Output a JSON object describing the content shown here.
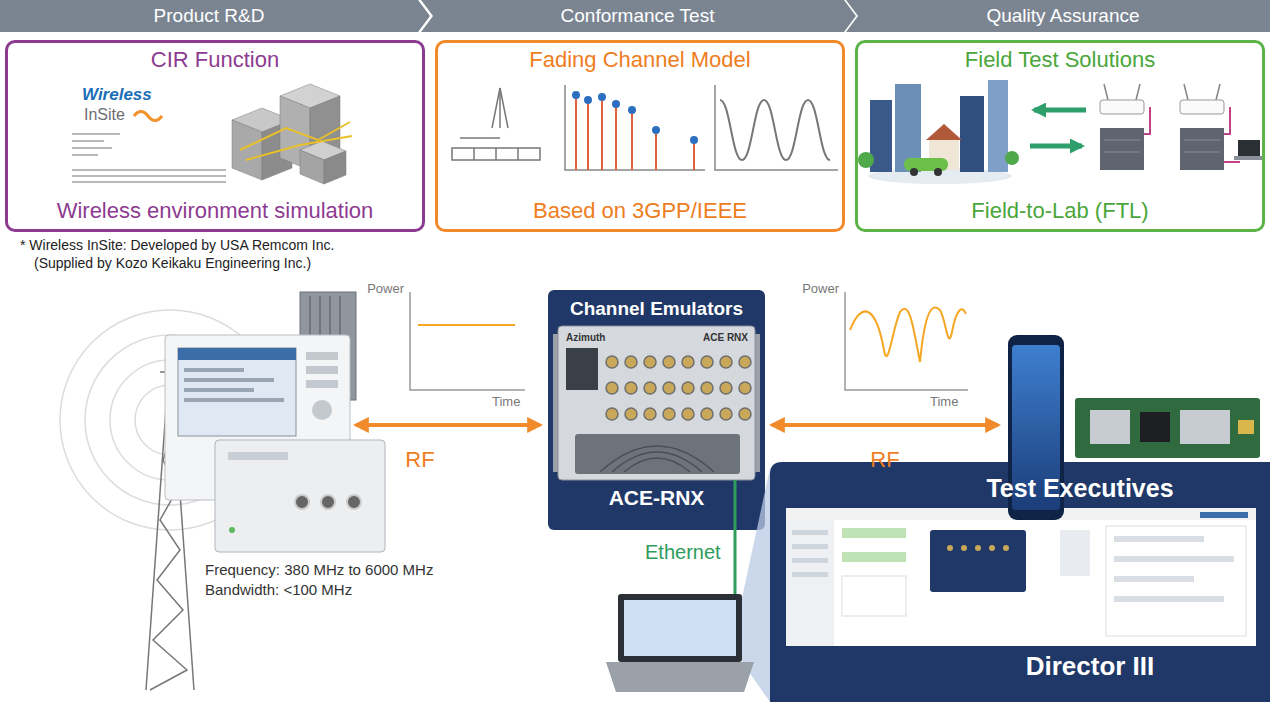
{
  "diagram": {
    "nodes": [
      {
        "text": [
          "Product R&D"
        ]
      },
      {
        "text": [
          "Conformance Test"
        ]
      },
      {
        "text": [
          "Quality Assurance"
        ]
      },
      {
        "text": [
          "CIR Function",
          "Wireless environment simulation"
        ]
      },
      {
        "text": [
          "Fading Channel Model",
          "Based on 3GPP/IEEE"
        ]
      },
      {
        "text": [
          "Field Test Solutions",
          "Field-to-Lab (FTL)"
        ]
      },
      {
        "text": [
          "Channel Emulators",
          "ACE-RNX"
        ]
      },
      {
        "text": [
          "Test Executives",
          "Director III"
        ]
      }
    ],
    "labels": [
      "Wireless",
      "InSite",
      "* Wireless InSite: Developed by USA Remcom Inc.",
      "(Supplied by Kozo Keikaku Engineering Inc.)",
      "Power",
      "Time",
      "Power",
      "Time",
      "RF",
      "RF",
      "Ethernet",
      "Frequency: 380 MHz to 6000 MHz",
      "Bandwidth: <100 MHz",
      "Azimuth",
      "ACE RNX"
    ]
  }
}
